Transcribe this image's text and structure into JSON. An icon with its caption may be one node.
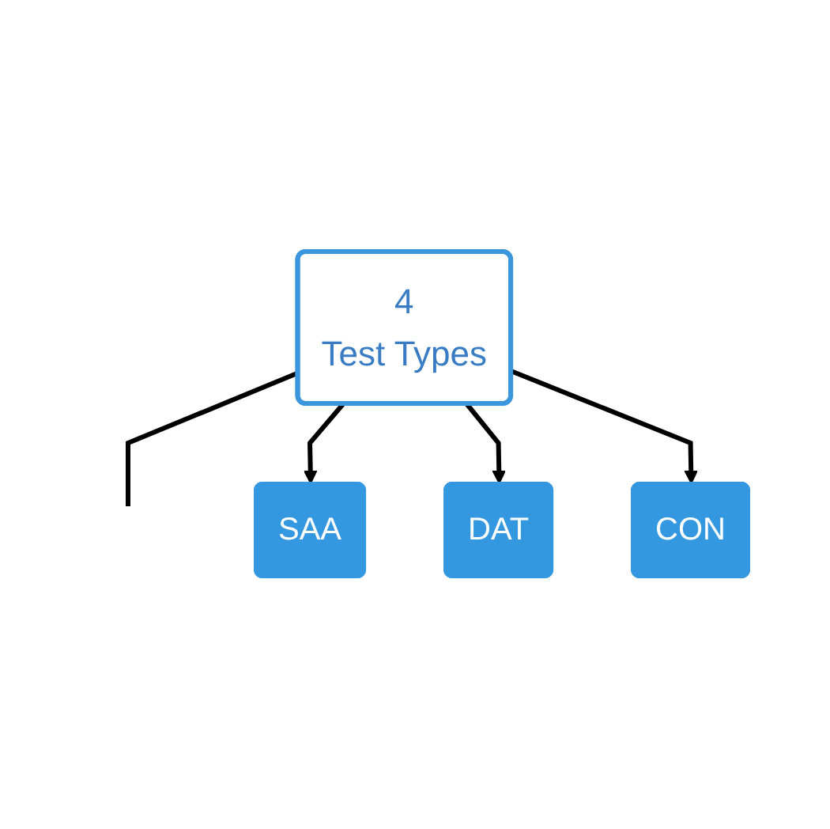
{
  "diagram": {
    "nodes": [
      {
        "text": [
          "4",
          "Test Types"
        ]
      },
      {
        "text": [
          "SAA"
        ]
      },
      {
        "text": [
          "DAT"
        ]
      },
      {
        "text": [
          "CON"
        ]
      }
    ],
    "edges": [
      {
        "from": 0,
        "to": null,
        "arrow": "none"
      },
      {
        "from": 0,
        "to": 1,
        "arrow": "to"
      },
      {
        "from": 0,
        "to": 2,
        "arrow": "to"
      },
      {
        "from": 0,
        "to": 3,
        "arrow": "to"
      }
    ]
  }
}
